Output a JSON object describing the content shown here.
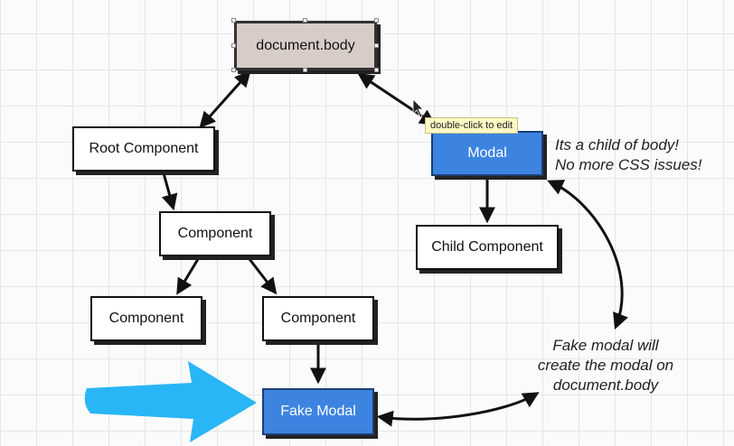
{
  "nodes": {
    "document_body": "document.body",
    "root": "Root Component",
    "component_mid": "Component",
    "component_left": "Component",
    "component_right": "Component",
    "fake_modal": "Fake Modal",
    "modal": "Modal",
    "child": "Child Component"
  },
  "tooltip": "double-click to edit",
  "notes": {
    "modal_note_line1": "Its a child of body!",
    "modal_note_line2": "No more CSS issues!",
    "fake_note_line1": "Fake modal will",
    "fake_note_line2": "create the modal on",
    "fake_note_line3": "document.body"
  },
  "colors": {
    "blue_box": "#3d84e0",
    "body_box": "#d8ccc9",
    "pointer_arrow": "#29b6f6"
  }
}
